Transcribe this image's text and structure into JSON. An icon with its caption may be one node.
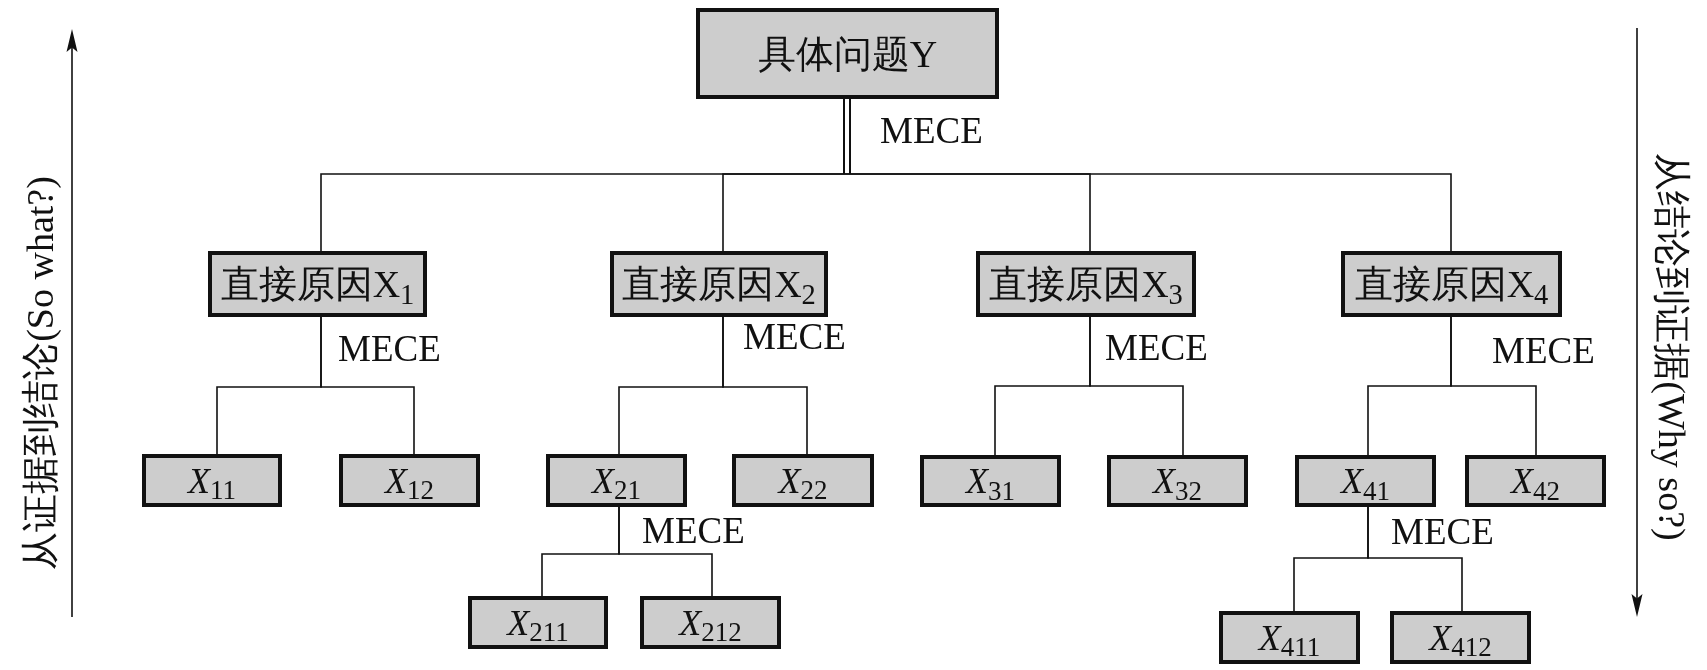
{
  "diagram": {
    "nodes": [
      {
        "text": [
          "具体问题Y"
        ]
      },
      {
        "text": [
          "直接原因X$_{1}$"
        ]
      },
      {
        "text": [
          "直接原因X$_{2}$"
        ]
      },
      {
        "text": [
          "直接原因X$_{3}$"
        ]
      },
      {
        "text": [
          "直接原因X$_{4}$"
        ]
      },
      {
        "text": [
          "*X*$_{11}$"
        ]
      },
      {
        "text": [
          "*X*$_{12}$"
        ]
      },
      {
        "text": [
          "*X*$_{21}$"
        ]
      },
      {
        "text": [
          "*X*$_{22}$"
        ]
      },
      {
        "text": [
          "*X*$_{31}$"
        ]
      },
      {
        "text": [
          "*X*$_{32}$"
        ]
      },
      {
        "text": [
          "*X*$_{41}$"
        ]
      },
      {
        "text": [
          "*X*$_{42}$"
        ]
      },
      {
        "text": [
          "*X*$_{211}$"
        ]
      },
      {
        "text": [
          "*X*$_{212}$"
        ]
      },
      {
        "text": [
          "*X*$_{411}$"
        ]
      },
      {
        "text": [
          "*X*$_{412}$"
        ]
      }
    ],
    "edges": [
      {
        "from": 0,
        "to": 1,
        "arrow": "none"
      },
      {
        "from": 0,
        "to": 2,
        "arrow": "none"
      },
      {
        "from": 0,
        "to": 3,
        "arrow": "none"
      },
      {
        "from": 0,
        "to": 4,
        "arrow": "none"
      },
      {
        "from": 1,
        "to": 5,
        "arrow": "none"
      },
      {
        "from": 1,
        "to": 6,
        "arrow": "none"
      },
      {
        "from": 2,
        "to": 7,
        "arrow": "none"
      },
      {
        "from": 2,
        "to": 8,
        "arrow": "none"
      },
      {
        "from": 3,
        "to": 9,
        "arrow": "none"
      },
      {
        "from": 3,
        "to": 10,
        "arrow": "none"
      },
      {
        "from": 4,
        "to": 11,
        "arrow": "none"
      },
      {
        "from": 4,
        "to": 12,
        "arrow": "none"
      },
      {
        "from": 7,
        "to": 13,
        "arrow": "none"
      },
      {
        "from": 7,
        "to": 14,
        "arrow": "none"
      },
      {
        "from": 11,
        "to": 15,
        "arrow": "none"
      },
      {
        "from": 11,
        "to": 16,
        "arrow": "none"
      }
    ],
    "labels": [
      "从证据到结论(So what?)",
      "MECE",
      "MECE",
      "MECE",
      "MECE",
      "MECE",
      "MECE",
      "MECE",
      "从结论到证据(Why so?)"
    ]
  }
}
